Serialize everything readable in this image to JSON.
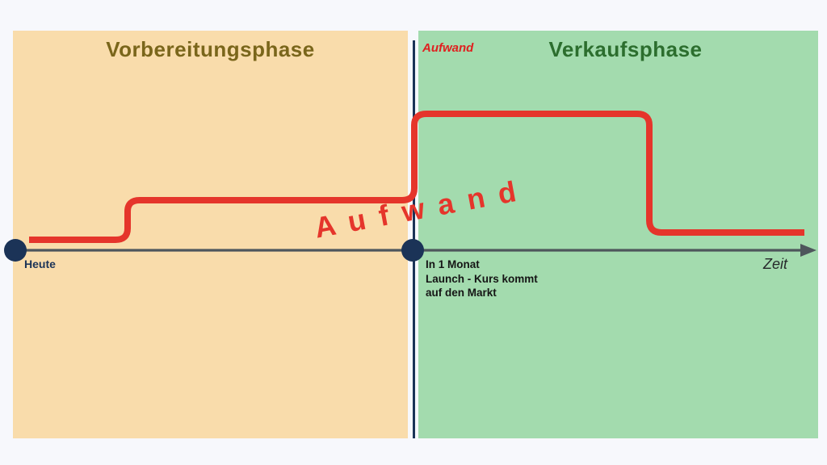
{
  "colors": {
    "background": "#f7f8fc",
    "panel-left-bg": "#f9dcab",
    "panel-right-bg": "#a3dbae",
    "navy": "#1b3357",
    "axis-gray": "#4e565c",
    "curve-red": "#e5352b",
    "label-red": "#e01f1f",
    "title-olive": "#7a661b",
    "title-green": "#2c6e2e",
    "event-text": "#151515"
  },
  "left_panel": {
    "title": "Vorbereitungsphase"
  },
  "right_panel": {
    "title": "Verkaufsphase"
  },
  "axis": {
    "y_label": "Aufwand",
    "x_label": "Zeit",
    "origin_label": "Heute"
  },
  "curve": {
    "big_label": "A u f w a n d"
  },
  "timeline_event": {
    "line1": "In 1 Monat",
    "line2": "Launch - Kurs kommt",
    "line3": "auf den Markt"
  },
  "diagram_data": {
    "type": "line",
    "x_axis_label": "Zeit",
    "y_axis_label": "Aufwand",
    "phases": [
      {
        "name": "Vorbereitungsphase",
        "effort_steps": [
          "low",
          "medium"
        ]
      },
      {
        "name": "Verkaufsphase",
        "effort_steps": [
          "high",
          "low"
        ]
      }
    ],
    "markers": [
      {
        "label": "Heute"
      },
      {
        "label": "In 1 Monat Launch - Kurs kommt auf den Markt"
      }
    ]
  }
}
